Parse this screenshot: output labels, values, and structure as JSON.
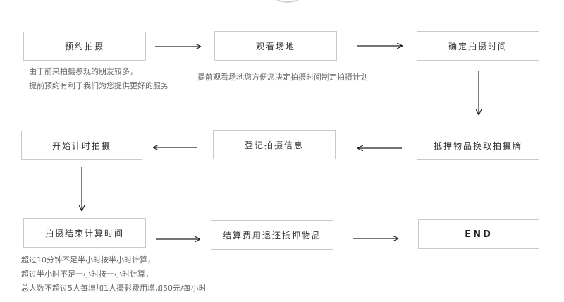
{
  "steps": {
    "book": "预约拍摄",
    "visit": "观看场地",
    "confirm": "确定拍摄时间",
    "deposit": "抵押物品换取拍摄牌",
    "register": "登记拍摄信息",
    "start": "开始计时拍摄",
    "end_timing": "拍摄结束计算时间",
    "settle": "结算费用退还抵押物品",
    "end": "END"
  },
  "notes": {
    "book_line1": "由于前来拍摄参观的朋友较多，",
    "book_line2": "提前预约有利于我们为您提供更好的服务",
    "visit_line1": "提前观看场地您方便您决定拍摄时间制定拍摄计划",
    "rules_line1": "超过10分钟不足半小时按半小时计算，",
    "rules_line2": "超过半小时不足一小时按一小时计算，",
    "rules_line3": "总人数不超过5人每增加1人摄影费用增加50元/每小时"
  }
}
